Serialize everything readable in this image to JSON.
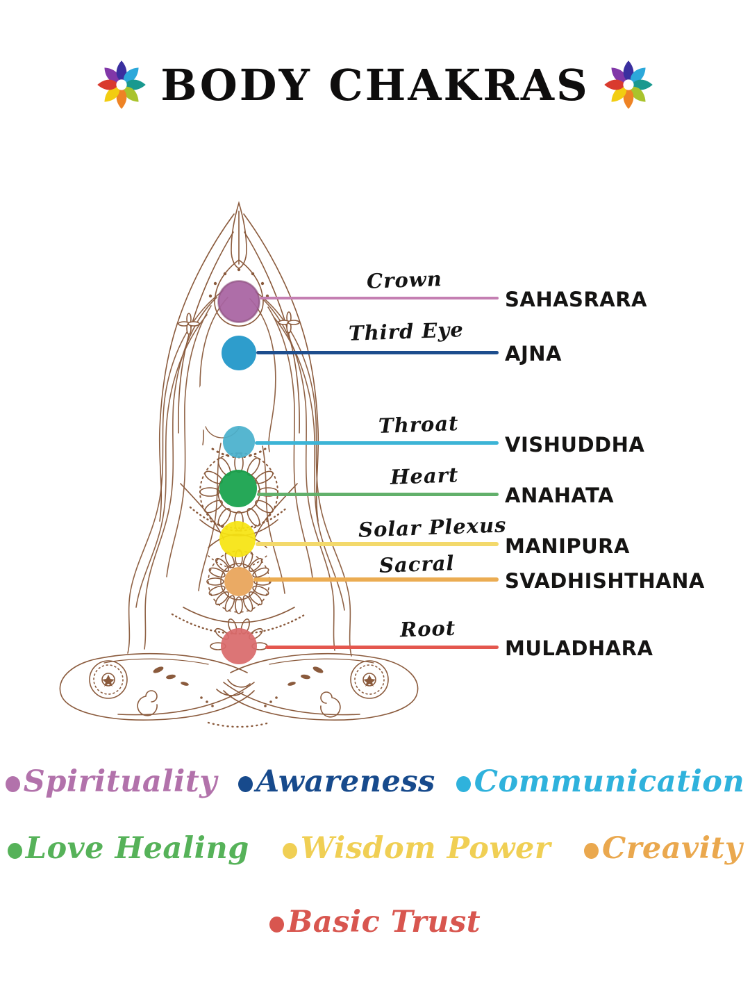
{
  "title": "BODY CHAKRAS",
  "flower_petal_colors": [
    "#8137a8",
    "#3a2f9f",
    "#2ca8da",
    "#19998f",
    "#a9c32c",
    "#ee8325",
    "#f2cd11",
    "#d93a2e"
  ],
  "chakras": [
    {
      "label": "Crown",
      "name": "SAHASRARA",
      "line_color": "#c47fb2",
      "dot_color": "#a864a2"
    },
    {
      "label": "Third Eye",
      "name": "AJNA",
      "line_color": "#1d4d8d",
      "dot_color": "#1e96c8"
    },
    {
      "label": "Throat",
      "name": "VISHUDDHA",
      "line_color": "#3cb4d6",
      "dot_color": "#49b0cc"
    },
    {
      "label": "Heart",
      "name": "ANAHATA",
      "line_color": "#62b06b",
      "dot_color": "#16a14b"
    },
    {
      "label": "Solar Plexus",
      "name": "MANIPURA",
      "line_color": "#f3d96b",
      "dot_color": "#f6e411"
    },
    {
      "label": "Sacral",
      "name": "SVADHISHTHANA",
      "line_color": "#ebac52",
      "dot_color": "#e8a458"
    },
    {
      "label": "Root",
      "name": "MULADHARA",
      "line_color": "#e4574e",
      "dot_color": "#d96a6c"
    }
  ],
  "keywords": [
    {
      "label": "Spirituality",
      "color": "#b272ab"
    },
    {
      "label": "Awareness",
      "color": "#174a8c"
    },
    {
      "label": "Communication",
      "color": "#2fb2dc"
    },
    {
      "label": "Love Healing",
      "color": "#56b259"
    },
    {
      "label": "Wisdom Power",
      "color": "#f0cf54"
    },
    {
      "label": "Creavity",
      "color": "#eaa84e"
    },
    {
      "label": "Basic Trust",
      "color": "#d8564f"
    }
  ]
}
